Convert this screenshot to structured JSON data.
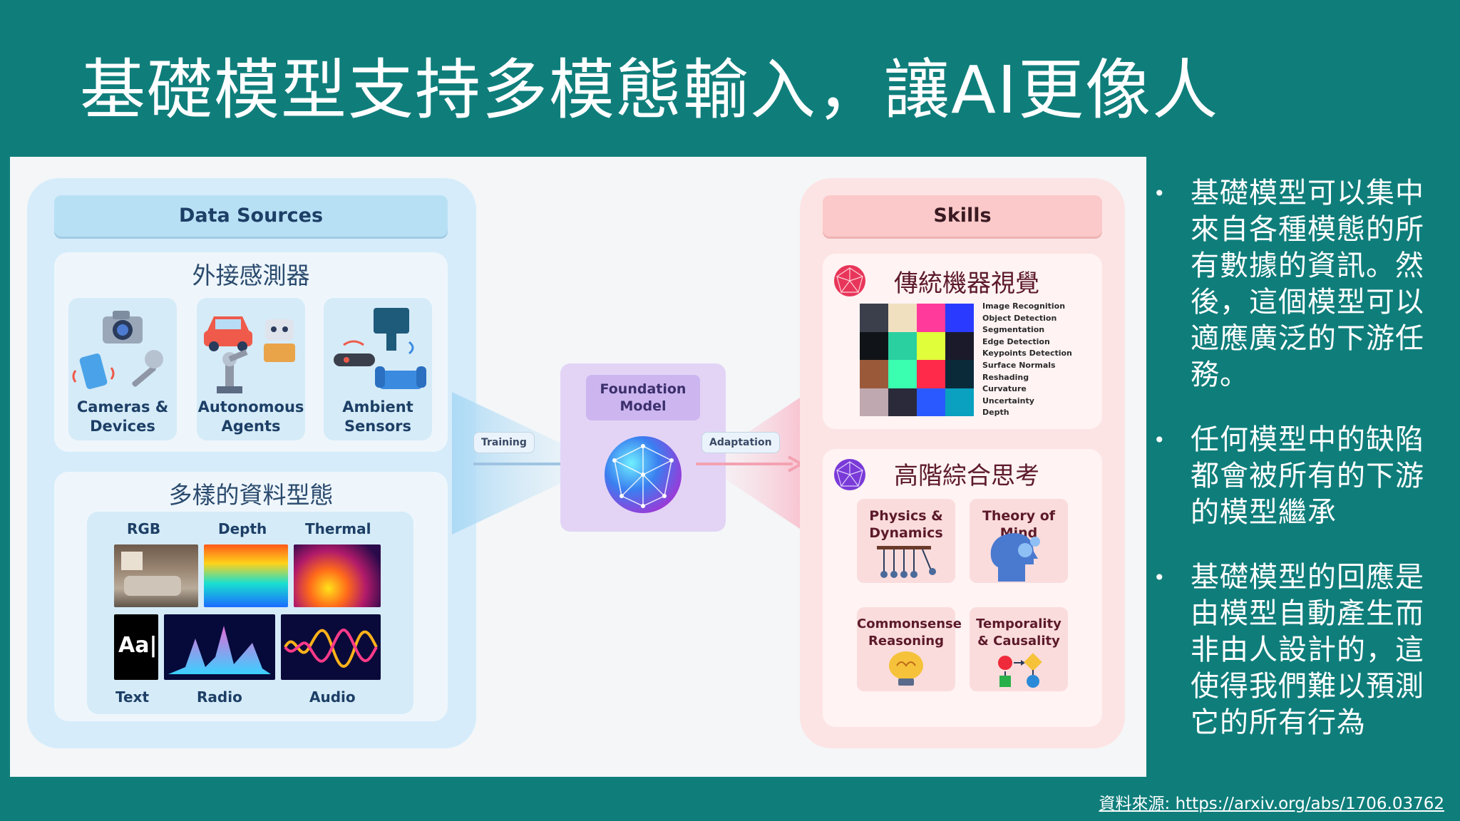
{
  "title": "基礎模型支持多模態輸入，讓AI更像人",
  "figure": {
    "data_sources": {
      "header": "Data Sources",
      "sensors_title": "外接感測器",
      "sensors": [
        "Cameras & Devices",
        "Autonomous Agents",
        "Ambient Sensors"
      ],
      "types_title": "多樣的資料型態",
      "types_row1": [
        "RGB",
        "Depth",
        "Thermal"
      ],
      "types_row2": [
        "Text",
        "Radio",
        "Audio"
      ],
      "text_glyph": "Aa|"
    },
    "training_label": "Training",
    "foundation_label_1": "Foundation",
    "foundation_label_2": "Model",
    "adaptation_label": "Adaptation",
    "skills": {
      "header": "Skills",
      "cv_title": "傳統機器視覺",
      "cv_tasks": [
        "Image Recognition",
        "Object Detection",
        "Segmentation",
        "Edge Detection",
        "Keypoints Detection",
        "Surface Normals",
        "Reshading",
        "Curvature",
        "Uncertainty",
        "Depth"
      ],
      "reasoning_title": "高階綜合思考",
      "reasoning": [
        "Physics & Dynamics",
        "Theory of Mind",
        "Commonsense Reasoning",
        "Temporality & Causality"
      ]
    }
  },
  "bullets": [
    "基礎模型可以集中來自各種模態的所有數據的資訊。然後，這個模型可以適應廣泛的下游任務。",
    "任何模型中的缺陷都會被所有的下游的模型繼承",
    "基礎模型的回應是由模型自動產生而非由人設計的，這使得我們難以預測它的所有行為"
  ],
  "bullet_symbol": "•",
  "source": "資料來源: https://arxiv.org/abs/1706.03762"
}
